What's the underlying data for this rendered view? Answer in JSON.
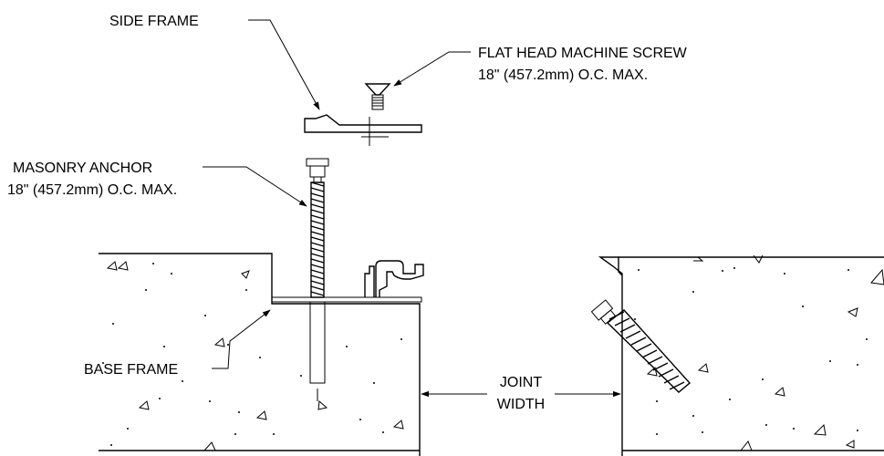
{
  "labels": {
    "side_frame": "SIDE FRAME",
    "flat_head_screw_1": "FLAT HEAD MACHINE SCREW",
    "flat_head_screw_2": "18\" (457.2mm) O.C. MAX.",
    "masonry_anchor_1": "MASONRY ANCHOR",
    "masonry_anchor_2": "18\" (457.2mm) O.C. MAX.",
    "base_frame": "BASE FRAME",
    "joint_width_1": "JOINT",
    "joint_width_2": "WIDTH"
  }
}
